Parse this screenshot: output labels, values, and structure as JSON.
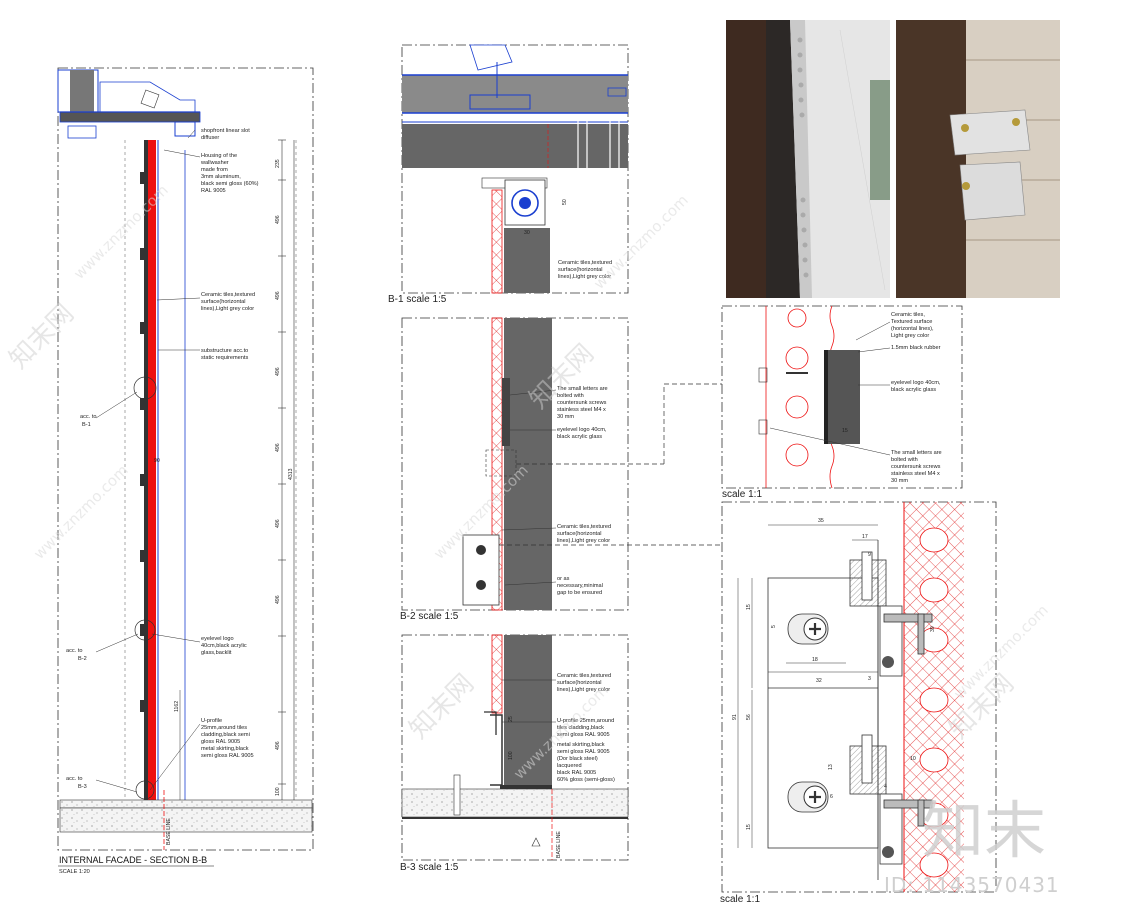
{
  "sheet": {
    "main_title": "INTERNAL FACADE - SECTION B-B",
    "main_scale": "SCALE 1:20",
    "b1_scale": "B-1 scale 1:5",
    "b2_scale": "B-2 scale 1:5",
    "b3_scale": "B-3 scale 1:5",
    "detail_scale_top": "scale 1:1",
    "detail_scale_bottom": "scale 1:1"
  },
  "section": {
    "labels": {
      "diffuser": [
        "shopfront linear slot",
        "diffuser"
      ],
      "housing": [
        "Housing of the",
        "wallwasher",
        "made from",
        "3mm aluminum,",
        "black semi gloss (60%)",
        "RAL 9005"
      ],
      "ceramic": [
        "Ceramic tiles,textured",
        "surface(horizontal",
        "lines),Light grey color"
      ],
      "substructure": [
        "substructure acc.to",
        "static requirements"
      ],
      "logo": [
        "eyelevel logo",
        "40cm,black acrylic",
        "glass,backlit"
      ],
      "uprofile": [
        "U-profile",
        "25mm,around tiles",
        "cladding,black semi",
        "gloss RAL 9005",
        "metal skirting,black",
        "semi gloss RAL 9005"
      ]
    },
    "refs": [
      {
        "line1": "acc. to",
        "line2": "B-1"
      },
      {
        "line1": "acc. to",
        "line2": "B-2"
      },
      {
        "line1": "acc. to",
        "line2": "B-3"
      }
    ],
    "dims": [
      "235",
      "496",
      "496",
      "496",
      "496",
      "496",
      "496",
      "496",
      "100"
    ],
    "total_dim": "4313",
    "inner_dim": "90",
    "bottom_dim": "1162",
    "base_line": "BASE LINE"
  },
  "b1": {
    "label": [
      "Ceramic tiles,textured",
      "surface(horizontal",
      "lines),Light grey color"
    ],
    "dim_a": "50",
    "dim_b": "30"
  },
  "b2": {
    "letters": [
      "The small letters are",
      "bolted with",
      "countersunk screws",
      "stainless steel M4 x",
      "30 mm"
    ],
    "logo": [
      "eyelevel logo 40cm,",
      "black acrylic glass"
    ],
    "ceramic": [
      "Ceramic tiles,textured",
      "surface(horizontal",
      "lines),Light grey color"
    ],
    "gap": [
      "or as",
      "necessary,minimal",
      "gap to be ensured"
    ]
  },
  "b3": {
    "ceramic": [
      "Ceramic tiles,textured",
      "surface(horizontal",
      "lines),Light grey color"
    ],
    "uprofile": [
      "U-profile 25mm,around",
      "tiles cladding,black",
      "semi gloss RAL 9005",
      "metal skirting,black",
      "semi gloss RAL 9005",
      "(Dor black steel)",
      "lacquered",
      "black RAL 9005",
      "60% gloss (semi-gloss)"
    ],
    "dim_a": "25",
    "dim_b": "100",
    "base_line": "BASE LINE"
  },
  "detail1": {
    "ceramic": [
      "Ceramic tiles,",
      "Textured surface",
      "(horizontal lines),",
      "Light grey color"
    ],
    "rubber": "1.5mm black rubber",
    "logo": [
      "eyelevel logo 40cm,",
      "black acrylic glass"
    ],
    "letters": [
      "The small letters are",
      "bolted with",
      "countersunk screws",
      "stainless steel M4 x",
      "30 mm"
    ],
    "dim": "15"
  },
  "detail2": {
    "dims": {
      "w35": "35",
      "w17": "17",
      "w9": "9",
      "h15a": "15",
      "h5": "5",
      "h39": "39",
      "w18": "18",
      "w32": "32",
      "h91": "91",
      "h56": "56",
      "h13": "13",
      "h15b": "15",
      "w6": "6",
      "h4": "4",
      "h3": "3",
      "w10": "10"
    }
  },
  "watermark": {
    "url_text": "www.znzmo.com",
    "brand": "知末",
    "brand_small": "知末网",
    "id_text": "ID: 1143570431"
  }
}
